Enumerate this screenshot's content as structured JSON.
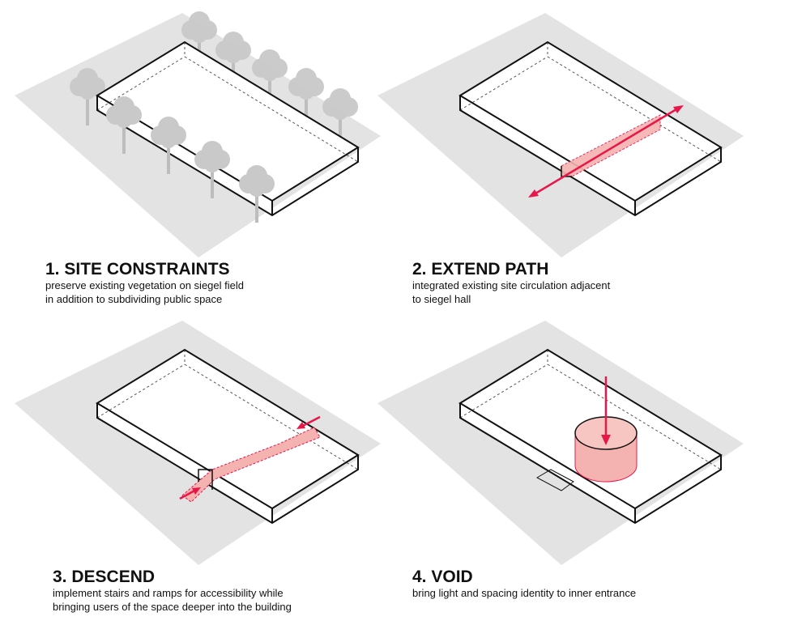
{
  "colors": {
    "accent": "#e8174a",
    "accent_fill": "#f4b3b0",
    "shadow": "#e3e3e3",
    "tree": "#c9c9c9"
  },
  "steps": [
    {
      "title": "1. SITE CONSTRAINTS",
      "lines": [
        "preserve existing vegetation on siegel field",
        "in addition to subdividing public space"
      ]
    },
    {
      "title": "2. EXTEND PATH",
      "lines": [
        "integrated existing site circulation adjacent",
        "to siegel hall"
      ]
    },
    {
      "title": "3. DESCEND",
      "lines": [
        "implement stairs and ramps for accessibility while",
        "bringing users of the space deeper into the building"
      ]
    },
    {
      "title": "4. VOID",
      "lines": [
        "bring light and spacing identity to inner entrance"
      ]
    }
  ]
}
